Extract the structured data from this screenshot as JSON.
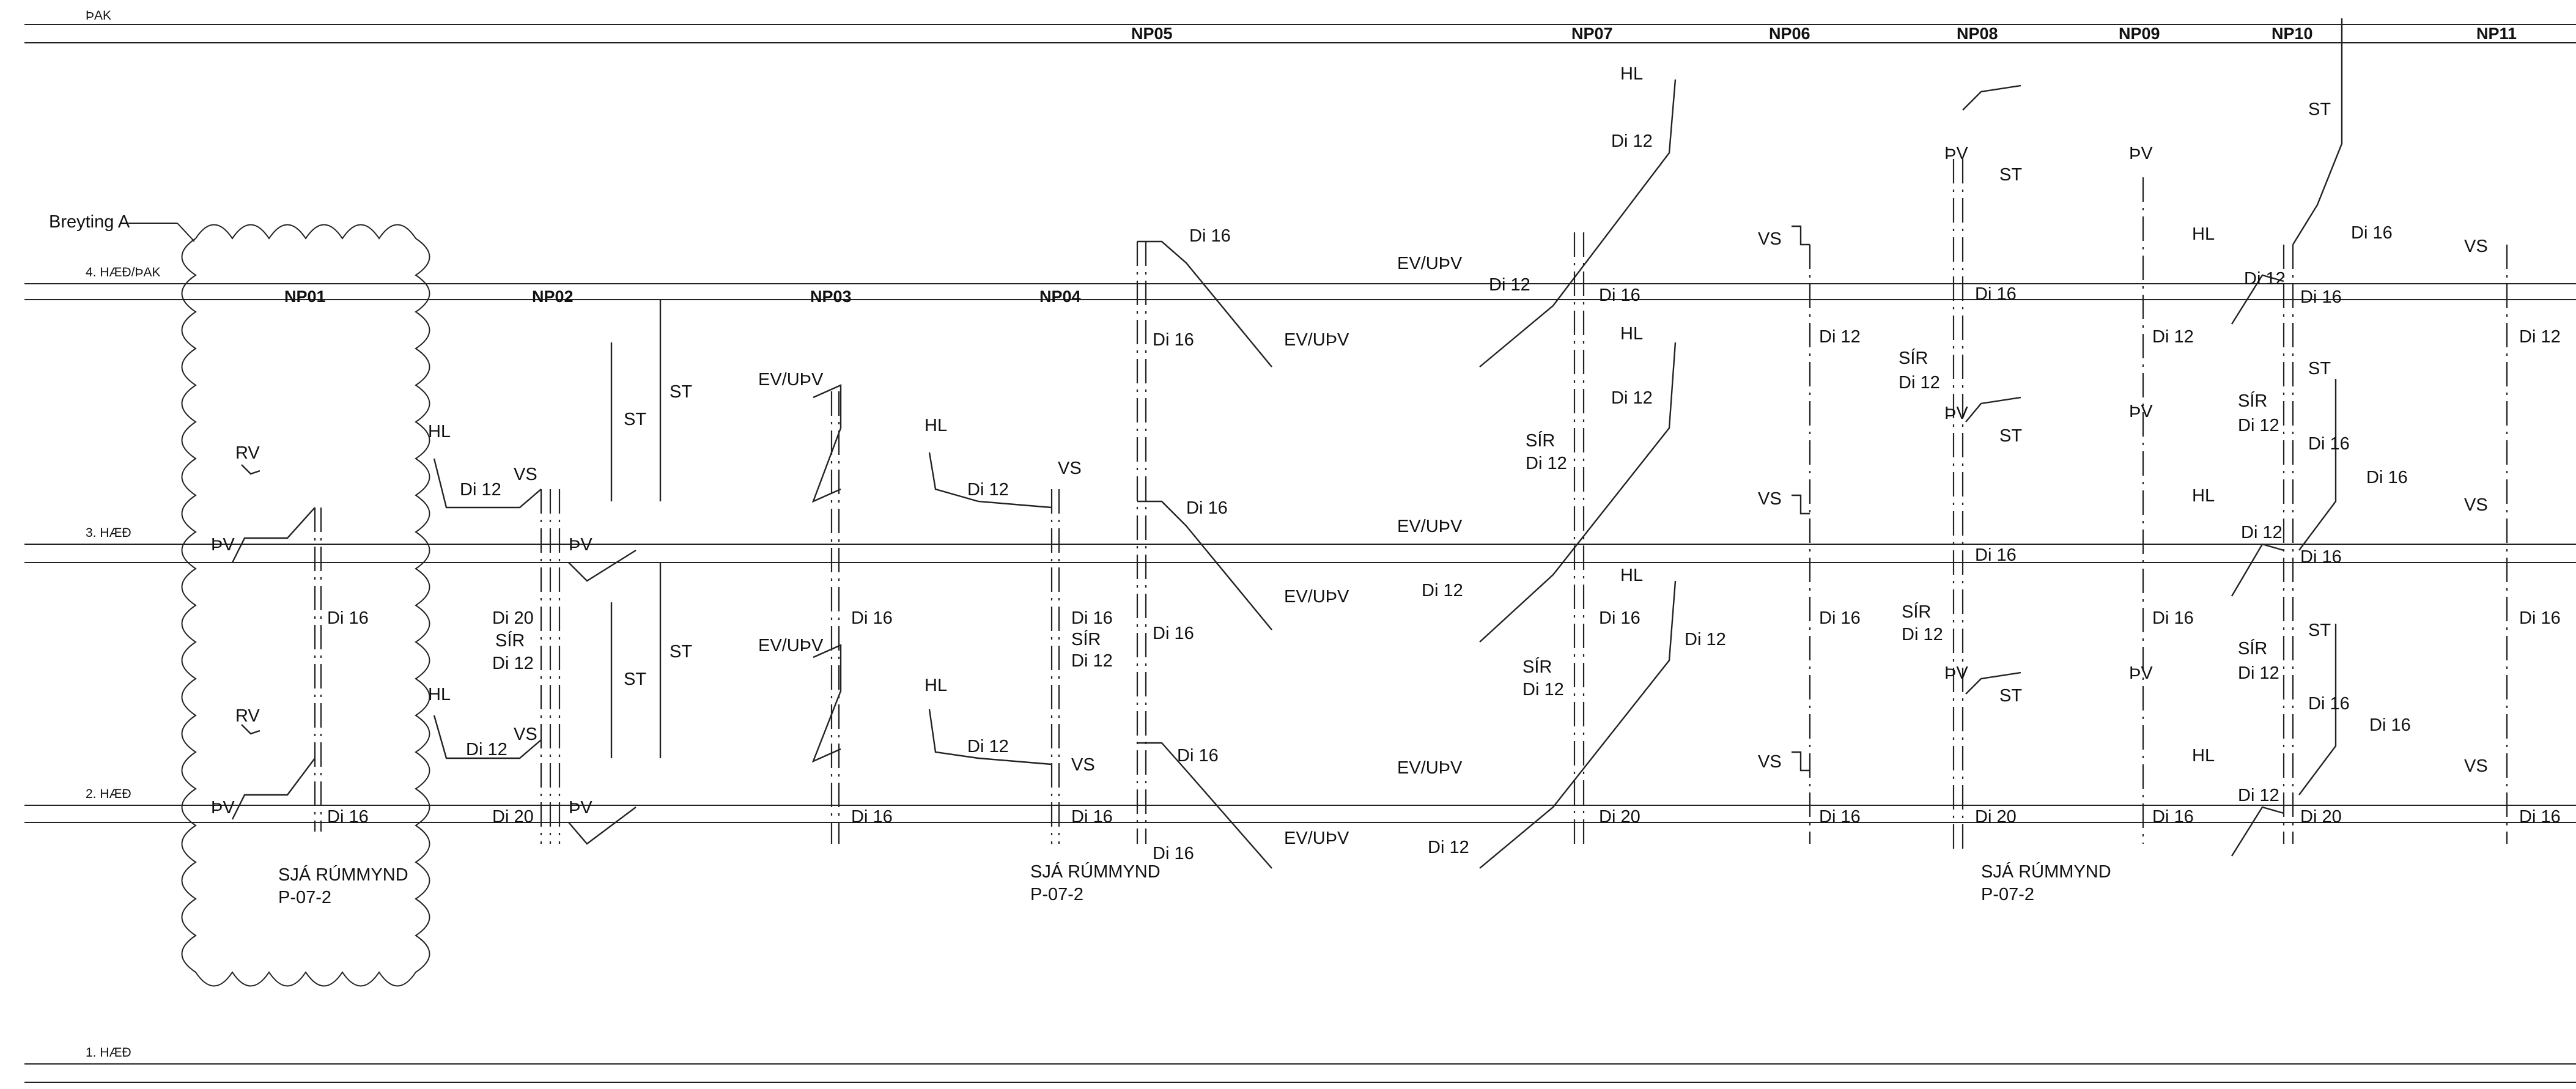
{
  "drawing": {
    "top_label": "ÞAK",
    "revision_cloud_label": "Breyting A",
    "levels": {
      "roof": "4. HÆÐ/ÞAK",
      "third": "3. HÆÐ",
      "second": "2. HÆÐ",
      "first": "1. HÆÐ"
    },
    "columns": {
      "np01": "NP01",
      "np02": "NP02",
      "np03": "NP03",
      "np04": "NP04",
      "np05": "NP05",
      "np06": "NP06",
      "np07": "NP07",
      "np08": "NP08",
      "np09": "NP09",
      "np10": "NP10",
      "np11": "NP11"
    },
    "codes": {
      "rv": "RV",
      "pv": "ÞV",
      "hl": "HL",
      "vs": "VS",
      "st": "ST",
      "sir": "SÍR",
      "evupv": "EV/UÞV"
    },
    "pipes": {
      "di12": "Di 12",
      "di16": "Di 16",
      "di20": "Di 20"
    },
    "notes": {
      "see_3d": "SJÁ RÚMMYND",
      "sheet_ref": "P-07-2"
    }
  }
}
